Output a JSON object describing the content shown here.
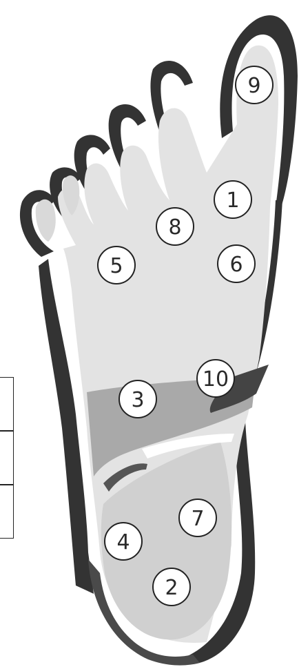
{
  "diagram": {
    "points": [
      {
        "id": "point-9",
        "label": "9"
      },
      {
        "id": "point-1",
        "label": "1"
      },
      {
        "id": "point-8",
        "label": "8"
      },
      {
        "id": "point-6",
        "label": "6"
      },
      {
        "id": "point-5",
        "label": "5"
      },
      {
        "id": "point-10",
        "label": "10"
      },
      {
        "id": "point-3",
        "label": "3"
      },
      {
        "id": "point-7",
        "label": "7"
      },
      {
        "id": "point-4",
        "label": "4"
      },
      {
        "id": "point-2",
        "label": "2"
      }
    ],
    "colors": {
      "outline": "#333333",
      "sole": "#e3e3e3",
      "arch": "#a9a9a9",
      "heel": "#d0d0d0",
      "circle_fill": "#ffffff",
      "circle_stroke": "#222222"
    }
  }
}
